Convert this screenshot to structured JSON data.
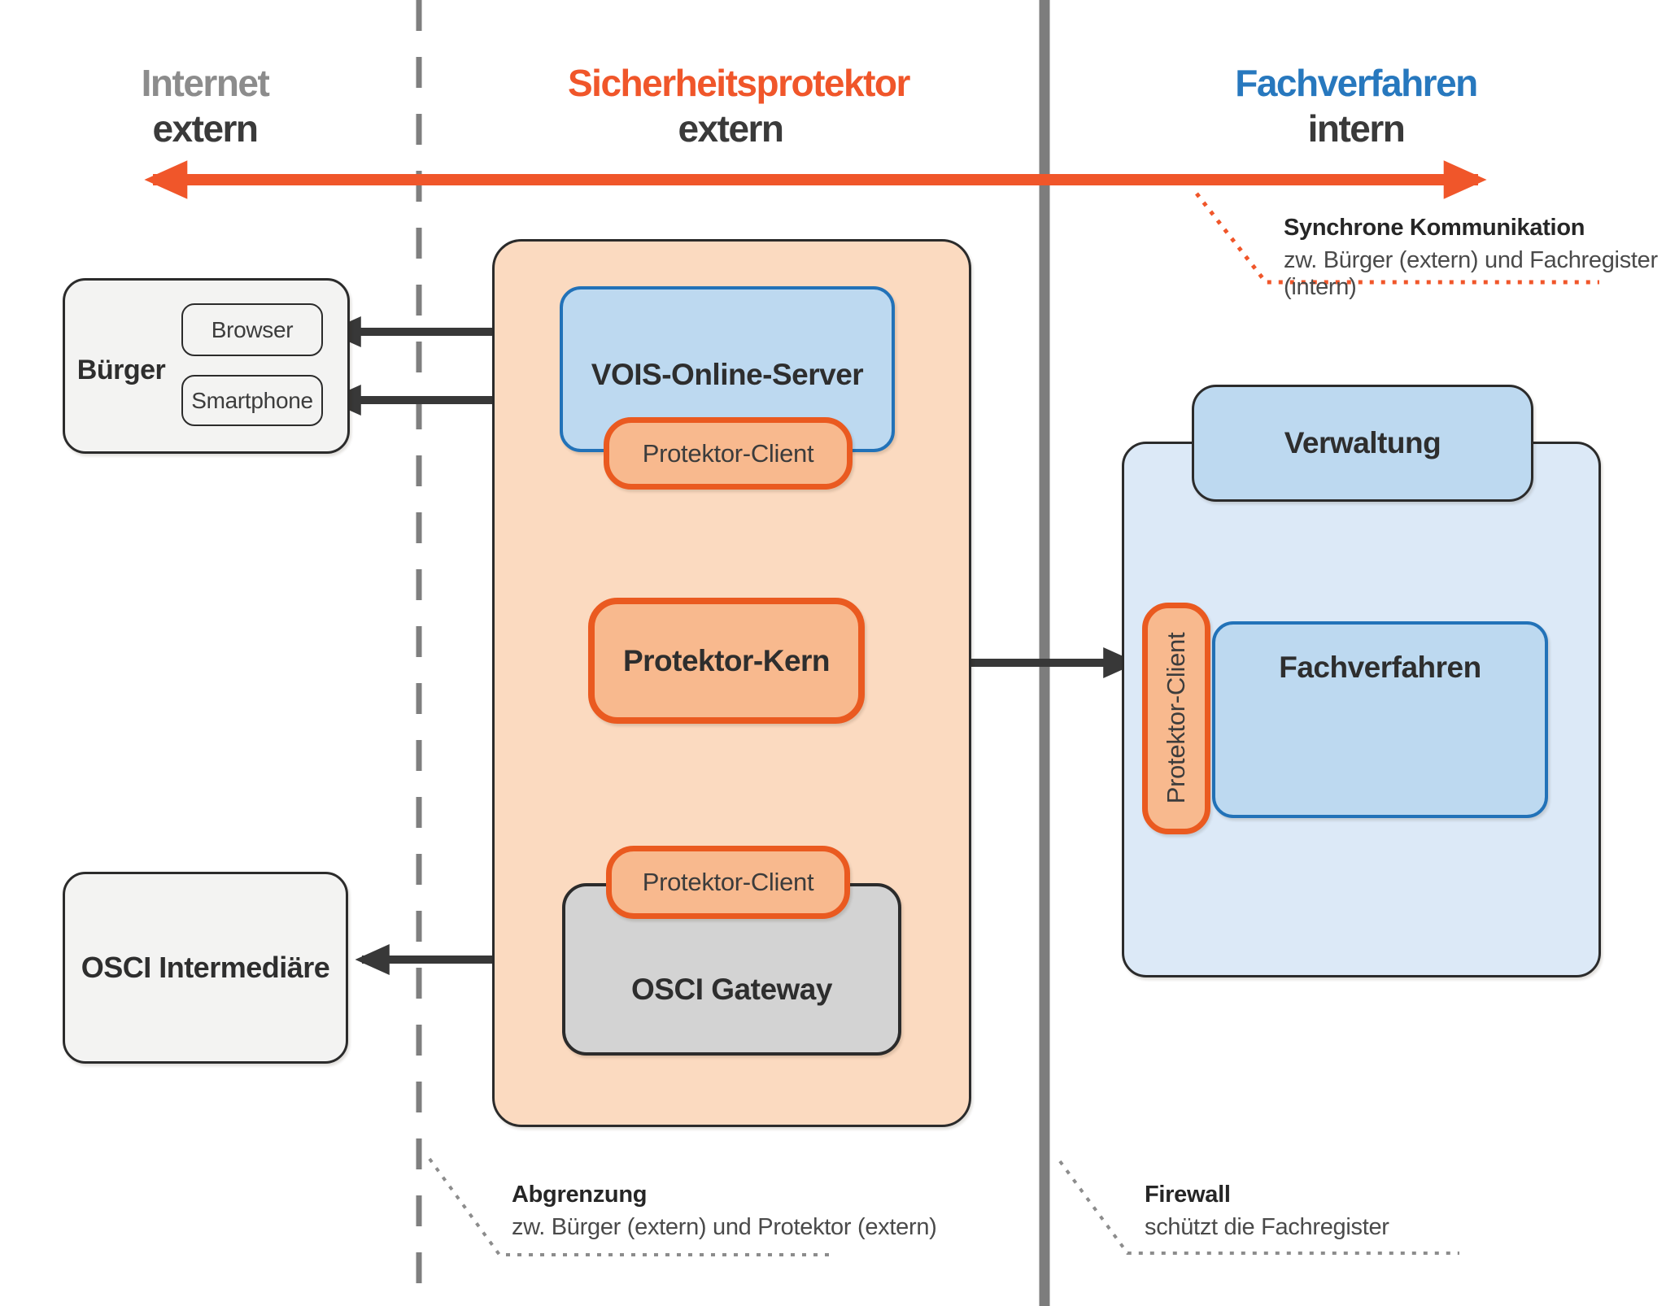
{
  "zones": {
    "internet": {
      "title": "Internet",
      "subtitle": "extern"
    },
    "sicherheitsprotektor": {
      "title": "Sicherheitsprotektor",
      "subtitle": "extern"
    },
    "fachverfahren": {
      "title": "Fachverfahren",
      "subtitle": "intern"
    }
  },
  "nodes": {
    "buerger": "Bürger",
    "browser": "Browser",
    "smartphone": "Smartphone",
    "vois_online_server": "VOIS-Online-Server",
    "protektor_client_top": "Protektor-Client",
    "protektor_kern": "Protektor-Kern",
    "protektor_client_bottom": "Protektor-Client",
    "osci_gateway": "OSCI Gateway",
    "osci_intermediaere": "OSCI Intermediäre",
    "verwaltung": "Verwaltung",
    "fachverfahren_system": "Fachverfahren",
    "protektor_client_right": "Protektor-Client"
  },
  "annotations": {
    "synchrone_kommunikation": {
      "title": "Synchrone Kommunikation",
      "subtitle": "zw. Bürger (extern) und Fachregister (intern)"
    },
    "abgrenzung": {
      "title": "Abgrenzung",
      "subtitle": "zw. Bürger (extern) und Protektor (extern)"
    },
    "firewall": {
      "title": "Firewall",
      "subtitle": "schützt die Fachregister"
    }
  },
  "colors": {
    "accent_orange": "#F0562A",
    "accent_blue": "#2778BE",
    "header_gray": "#8C8C8C",
    "text_dark": "#3A3A3A",
    "firewall_gray": "#7D7D7D",
    "peach_fill": "#FBDAC0",
    "pill_fill": "#F8B98E",
    "pill_border": "#EA5A20",
    "blue_fill": "#BDD9F0",
    "blue_border": "#2272B8",
    "light_blue_fill": "#DCE9F7",
    "gray_fill": "#D3D3D3",
    "light_gray_fill": "#F3F3F2"
  }
}
